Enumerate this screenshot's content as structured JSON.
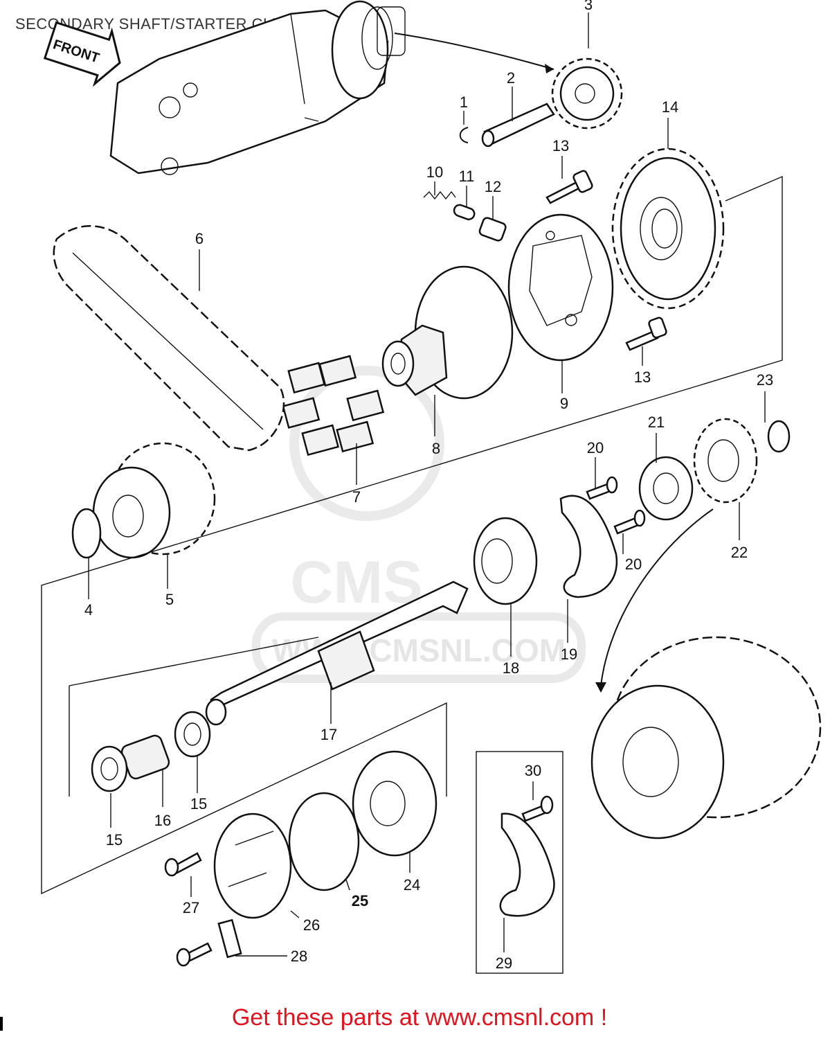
{
  "title": "SECONDARY SHAFT/STARTER CLUTCH",
  "footer": "Get these parts at www.cmsnl.com !",
  "arrow_label": "FRONT",
  "watermark": {
    "brand": "CMS",
    "url": "WWW.CMSNL.COM"
  },
  "callouts": [
    "1",
    "2",
    "3",
    "4",
    "5",
    "6",
    "7",
    "8",
    "9",
    "10",
    "11",
    "12",
    "13",
    "13",
    "14",
    "15",
    "15",
    "16",
    "17",
    "18",
    "19",
    "20",
    "20",
    "21",
    "22",
    "23",
    "24",
    "25",
    "26",
    "27",
    "28",
    "29",
    "30"
  ],
  "colors": {
    "footer_text": "#e0141e",
    "line_art": "#111111",
    "watermark": "#d8d8d8"
  }
}
